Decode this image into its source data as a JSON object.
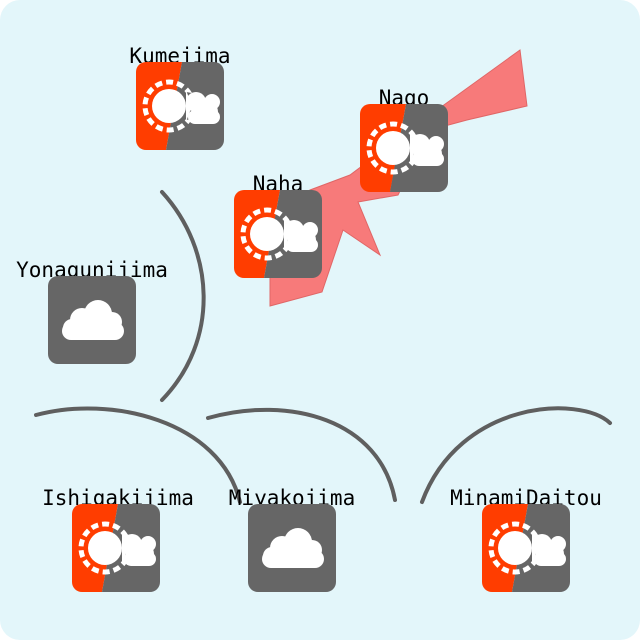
{
  "map": {
    "colors": {
      "sea": "#e3f6fa",
      "island": "#f77a7a",
      "boundary": "#5f5f5f",
      "sun": "#ff3d00",
      "cloud_tile": "#666666"
    },
    "stations": [
      {
        "id": "kumejima",
        "name": "Kumejima",
        "weather": "sunny-then-cloudy",
        "icon": "sun-cloud-icon"
      },
      {
        "id": "nago",
        "name": "Nago",
        "weather": "sunny-then-cloudy",
        "icon": "sun-cloud-icon"
      },
      {
        "id": "naha",
        "name": "Naha",
        "weather": "sunny-then-cloudy",
        "icon": "sun-cloud-icon"
      },
      {
        "id": "yonagunijima",
        "name": "Yonagunijima",
        "weather": "cloudy",
        "icon": "cloud-icon"
      },
      {
        "id": "ishigakijima",
        "name": "Ishigakijima",
        "weather": "sunny-then-cloudy",
        "icon": "sun-cloud-icon"
      },
      {
        "id": "miyakojima",
        "name": "Miyakojima",
        "weather": "cloudy",
        "icon": "cloud-icon"
      },
      {
        "id": "minamidaitou",
        "name": "MinamiDaitou",
        "weather": "sunny-then-cloudy",
        "icon": "sun-cloud-icon"
      }
    ]
  }
}
